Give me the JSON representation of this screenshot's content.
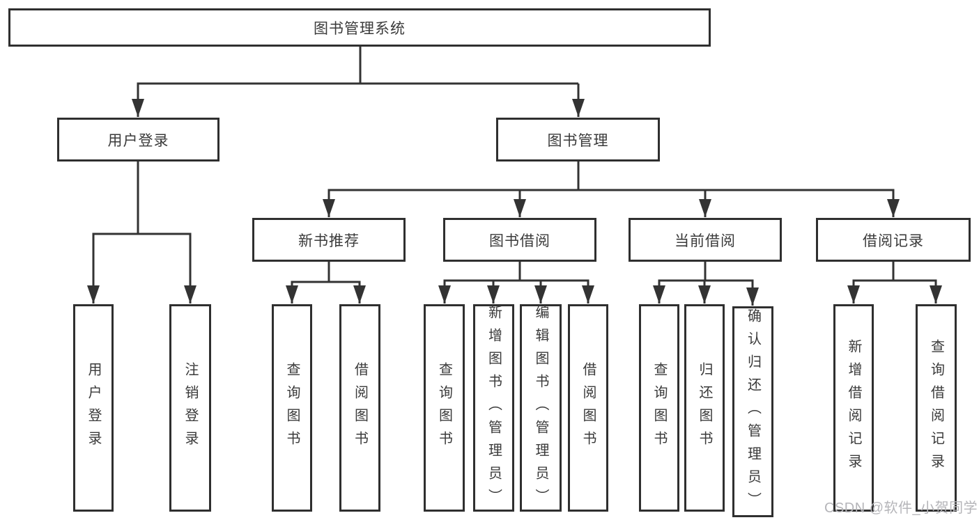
{
  "diagram": {
    "root": {
      "label": "图书管理系统"
    },
    "level2": [
      {
        "label": "用户登录"
      },
      {
        "label": "图书管理"
      }
    ],
    "level3": [
      {
        "label": "新书推荐",
        "parent": "图书管理"
      },
      {
        "label": "图书借阅",
        "parent": "图书管理"
      },
      {
        "label": "当前借阅",
        "parent": "图书管理"
      },
      {
        "label": "借阅记录",
        "parent": "图书管理"
      }
    ],
    "leaves": [
      {
        "label": "用户登录",
        "parent": "用户登录"
      },
      {
        "label": "注销登录",
        "parent": "用户登录"
      },
      {
        "label": "查询图书",
        "parent": "新书推荐"
      },
      {
        "label": "借阅图书",
        "parent": "新书推荐"
      },
      {
        "label": "查询图书",
        "parent": "图书借阅"
      },
      {
        "label": "新增图书（管理员）",
        "parent": "图书借阅"
      },
      {
        "label": "编辑图书（管理员）",
        "parent": "图书借阅"
      },
      {
        "label": "借阅图书",
        "parent": "图书借阅"
      },
      {
        "label": "查询图书",
        "parent": "当前借阅"
      },
      {
        "label": "归还图书",
        "parent": "当前借阅"
      },
      {
        "label": "确认归还（管理员）",
        "parent": "当前借阅"
      },
      {
        "label": "新增借阅记录",
        "parent": "借阅记录"
      },
      {
        "label": "查询借阅记录",
        "parent": "借阅记录"
      }
    ],
    "colors": {
      "line": "#333333",
      "border": "#2f2f2f",
      "text": "#3a3a3a",
      "background": "#ffffff",
      "watermark": "#b5b5b9"
    }
  },
  "watermark": {
    "text": "CSDN @软件_小贺同学"
  }
}
